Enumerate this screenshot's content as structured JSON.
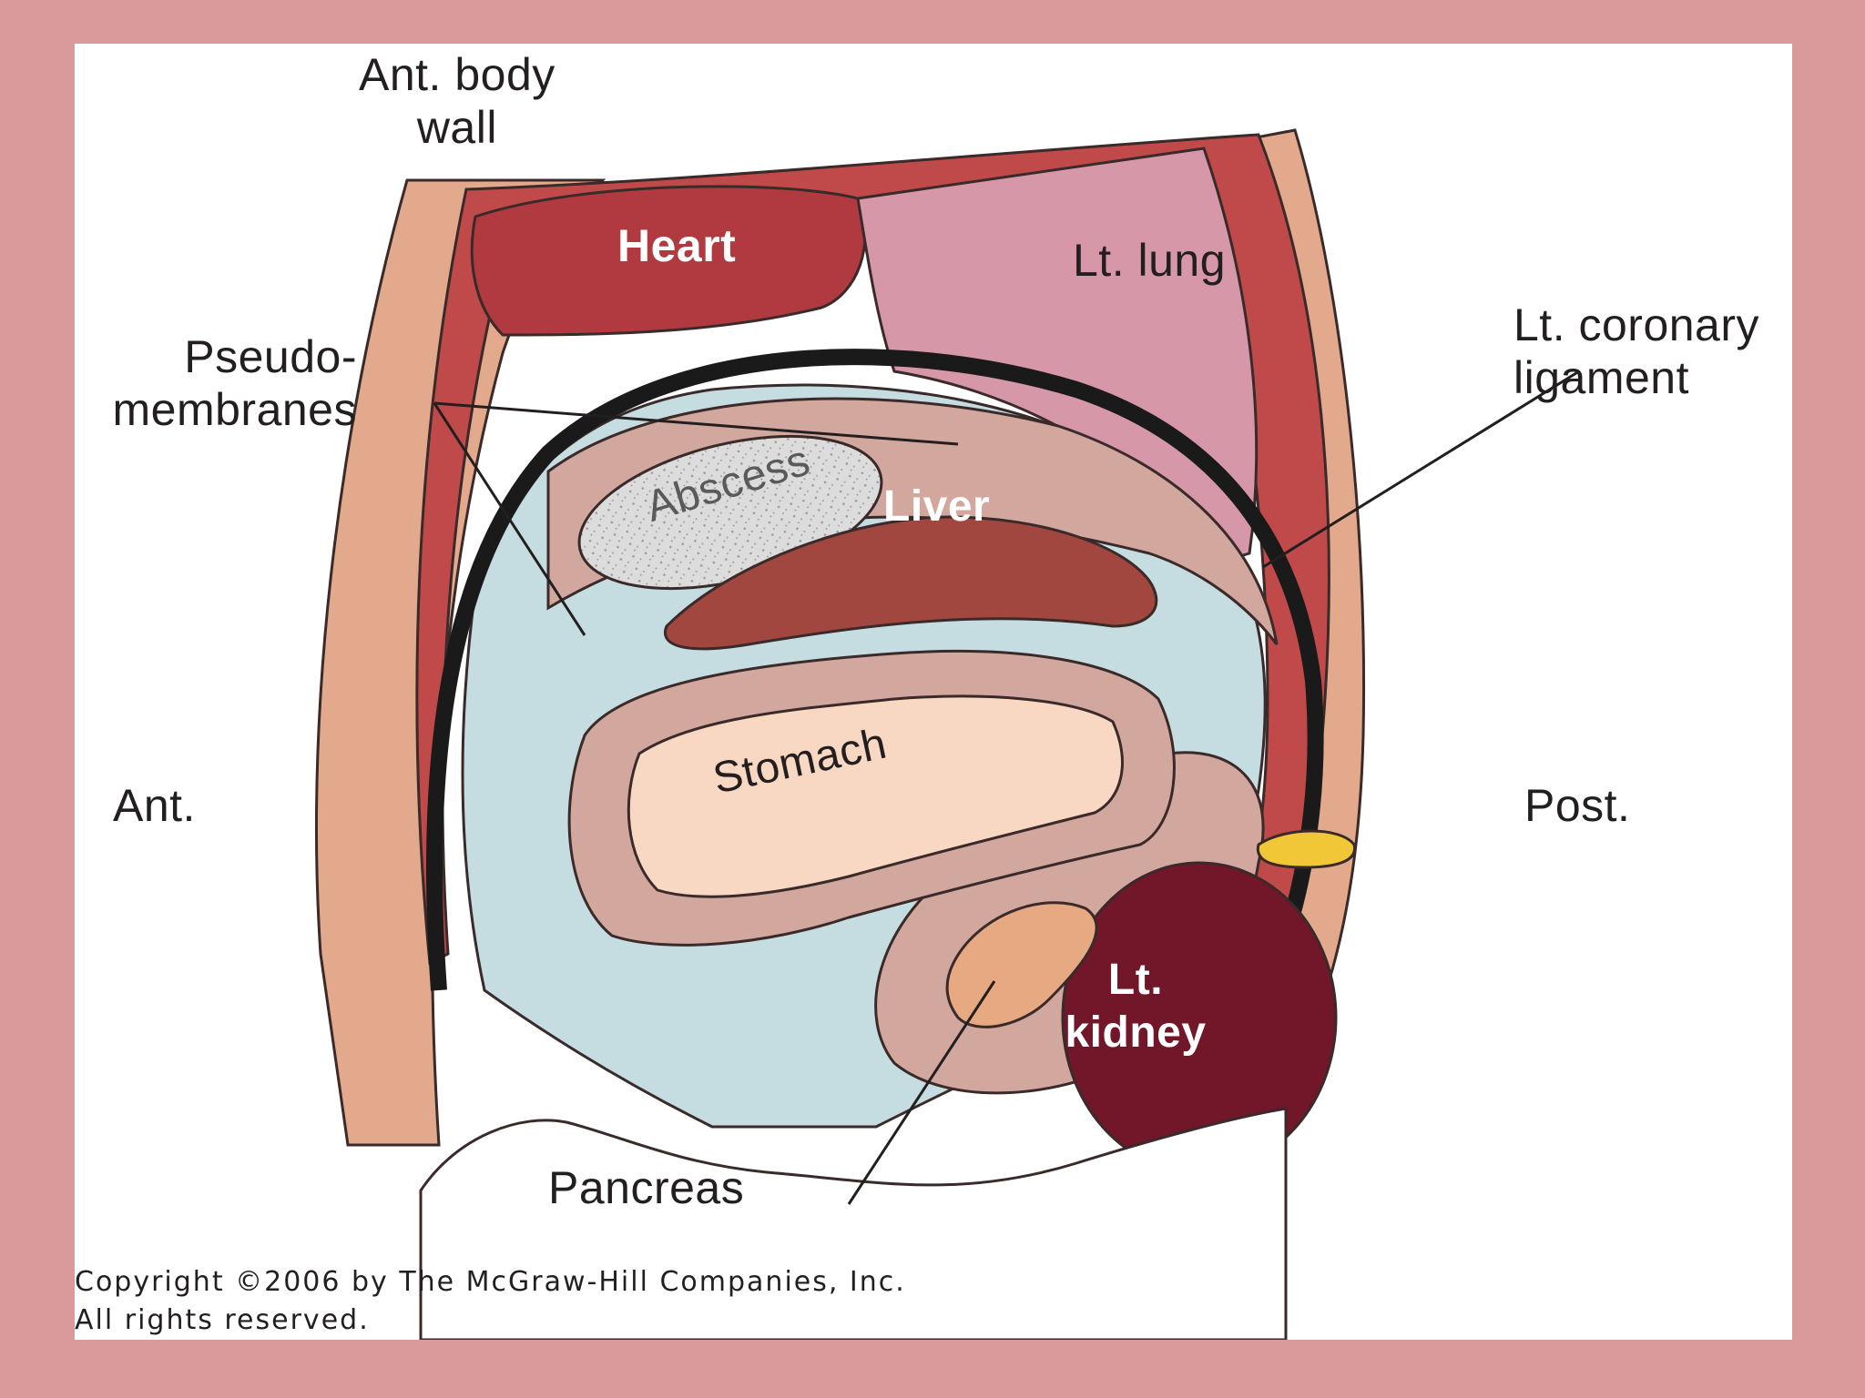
{
  "labels": {
    "ant_body_wall": "Ant. body\nwall",
    "heart": "Heart",
    "lt_lung": "Lt. lung",
    "pseudomembranes": "Pseudo-\nmembranes",
    "lt_coronary_ligament": "Lt. coronary\nligament",
    "abscess": "Abscess",
    "liver": "Liver",
    "stomach": "Stomach",
    "ant": "Ant.",
    "post": "Post.",
    "lt_kidney": "Lt.\nkidney",
    "pancreas": "Pancreas"
  },
  "copyright": "Copyright ©2006 by The McGraw-Hill Companies, Inc.\nAll rights reserved.",
  "colors": {
    "frame": "#d99a9c",
    "body_wall": "#e2a98c",
    "muscle_red": "#c04a4a",
    "heart": "#b03a3f",
    "lung": "#d698a8",
    "peritoneal_space": "#c5dde0",
    "tissue": "#d2a79d",
    "liver": "#a2473f",
    "stomach_inner": "#f9d8c3",
    "kidney": "#72162a",
    "pancreas": "#e7a982",
    "fat": "#f1c738",
    "abscess": "#dcdcdc",
    "diaphragm": "#1a1a1a"
  }
}
